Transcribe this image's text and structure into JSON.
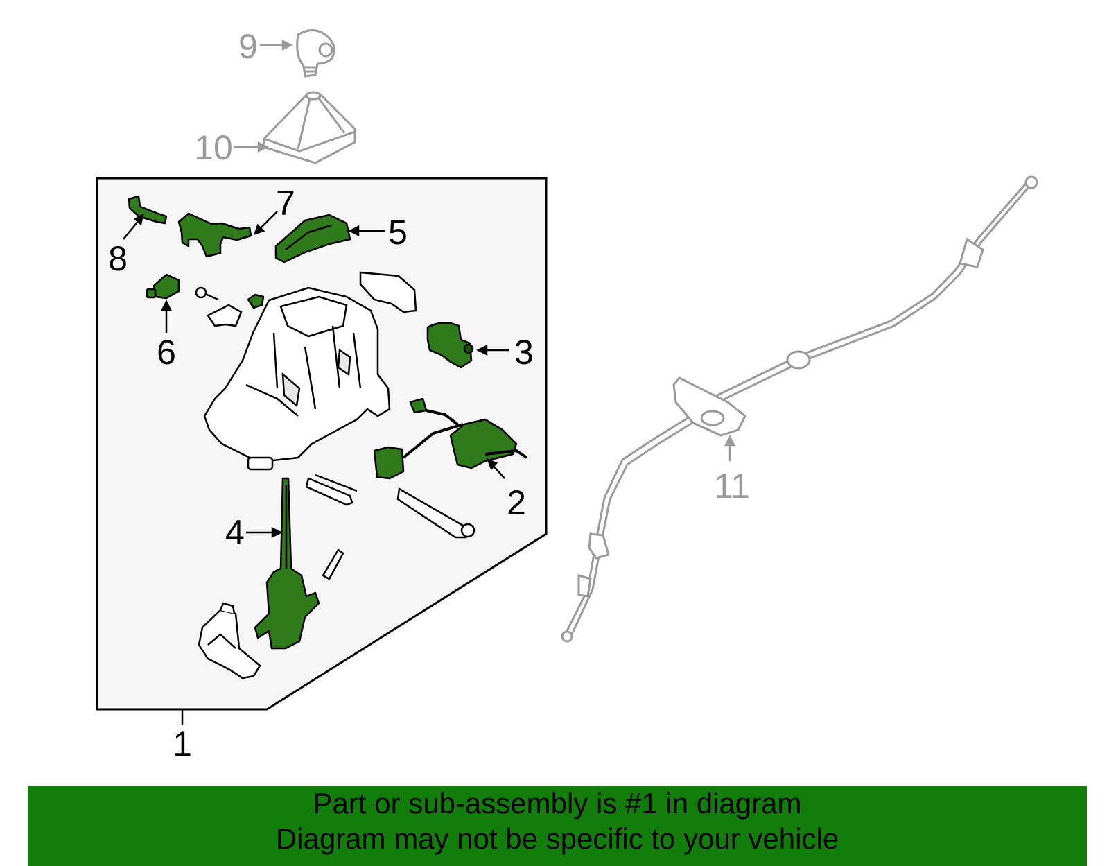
{
  "colors": {
    "part_green": "#2f7a1a",
    "part_green_dark": "#1e5310",
    "background_panel": "#f6f6f6",
    "gray_part": "#9a9a9a",
    "banner_green": "#137d0b",
    "outline": "#000000"
  },
  "callouts": {
    "c1": "1",
    "c2": "2",
    "c3": "3",
    "c4": "4",
    "c5": "5",
    "c6": "6",
    "c7": "7",
    "c8": "8",
    "c9": "9",
    "c10": "10",
    "c11": "11"
  },
  "banner": {
    "line1": "Part or sub-assembly is #1 in diagram",
    "line2": "Diagram may not be specific to your vehicle"
  }
}
